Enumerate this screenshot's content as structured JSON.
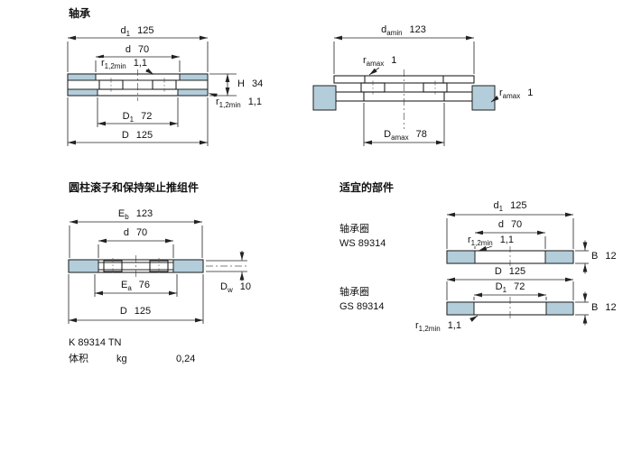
{
  "titles": {
    "bearing": "轴承",
    "assembly": "圆柱滚子和保持架止推组件",
    "suitable_parts": "适宜的部件"
  },
  "colors": {
    "section_fill": "#b3cdda",
    "line": "#222222"
  },
  "bearing_view": {
    "d1": {
      "name": "d",
      "sub": "1",
      "value": "125"
    },
    "d": {
      "name": "d",
      "sub": "",
      "value": "70"
    },
    "r12_top": {
      "name": "r",
      "sub": "1,2min",
      "value": "1,1"
    },
    "height": {
      "name": "H",
      "sub": "",
      "value": "34"
    },
    "r12_bottom": {
      "name": "r",
      "sub": "1,2min",
      "value": "1,1"
    },
    "D1": {
      "name": "D",
      "sub": "1",
      "value": "72"
    },
    "D": {
      "name": "D",
      "sub": "",
      "value": "125"
    }
  },
  "abutment_view": {
    "da_min": {
      "name": "d",
      "sub": "amin",
      "value": "123"
    },
    "ra_max_top": {
      "name": "r",
      "sub": "amax",
      "value": "1"
    },
    "ra_max_side": {
      "name": "r",
      "sub": "amax",
      "value": "1"
    },
    "Da_max": {
      "name": "D",
      "sub": "amax",
      "value": "78"
    }
  },
  "assembly_view": {
    "Eb": {
      "name": "E",
      "sub": "b",
      "value": "123"
    },
    "d": {
      "name": "d",
      "sub": "",
      "value": "70"
    },
    "Dw": {
      "name": "D",
      "sub": "w",
      "value": "10"
    },
    "Ea": {
      "name": "E",
      "sub": "a",
      "value": "76"
    },
    "D": {
      "name": "D",
      "sub": "",
      "value": "125"
    },
    "designation": "K 89314 TN",
    "mass_label": "体积",
    "mass_unit": "kg",
    "mass_value": "0,24"
  },
  "ws_washer": {
    "label": "轴承圈",
    "designation": "WS 89314",
    "d1": {
      "name": "d",
      "sub": "1",
      "value": "125"
    },
    "d": {
      "name": "d",
      "sub": "",
      "value": "70"
    },
    "r12": {
      "name": "r",
      "sub": "1,2min",
      "value": "1,1"
    },
    "B": {
      "name": "B",
      "sub": "",
      "value": "12"
    }
  },
  "gs_washer": {
    "label": "轴承圈",
    "designation": "GS 89314",
    "D": {
      "name": "D",
      "sub": "",
      "value": "125"
    },
    "D1": {
      "name": "D",
      "sub": "1",
      "value": "72"
    },
    "B": {
      "name": "B",
      "sub": "",
      "value": "12"
    },
    "r12": {
      "name": "r",
      "sub": "1,2min",
      "value": "1,1"
    }
  }
}
